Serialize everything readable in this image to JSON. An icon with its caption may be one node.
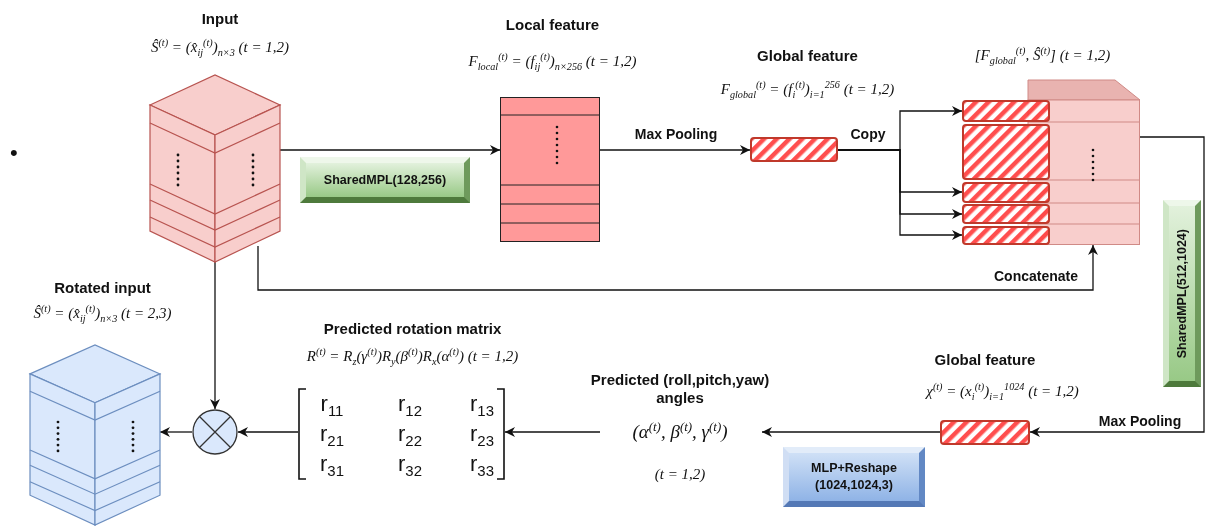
{
  "diagram": {
    "nodes": [
      {
        "text": [
          "Input",
          "Ŝ$^{(t)}$ = (x̂$_{ij}$$^{(t)}$)$_{n×3}$ (t = 1,2)"
        ]
      },
      {
        "text": [
          "SharedMPL(128,256)"
        ]
      },
      {
        "text": [
          "Local feature",
          "F$_{local}$$^{(t)}$ = (f$_{ij}$$^{(t)}$)$_{n×256}$ (t = 1,2)"
        ]
      },
      {
        "text": [
          "Global feature",
          "F$_{global}$$^{(t)}$ = (f$_{i}$$^{(t)}$)$_{i=1}$$^{256}$ (t = 1,2)"
        ]
      },
      {
        "text": [
          "[F$_{global}$$^{(t)}$, Ŝ$^{(t)}$] (t = 1,2)"
        ]
      },
      {
        "text": [],
        "shape": "bar"
      },
      {
        "text": [],
        "shape": "bar"
      },
      {
        "text": [],
        "shape": "bar"
      },
      {
        "text": [],
        "shape": "bar"
      },
      {
        "text": [],
        "shape": "bar"
      },
      {
        "text": [
          "SharedMPL(512,1024)"
        ]
      },
      {
        "text": [
          "Rotated input",
          "Ŝ$^{(t)}$ = (x̂$_{ij}$$^{(t)}$)$_{n×3}$ (t = 2,3)"
        ]
      },
      {
        "text": [
          "Predicted rotation matrix",
          "R$^{(t)}$ = R$_{z}$(γ$^{(t)}$)R$_{y}$(β$^{(t)}$)R$_{x}$(α$^{(t)}$) (t = 1,2)",
          "r$_{11}$",
          "r$_{12}$",
          "r$_{13}$",
          "r$_{21}$",
          "r$_{22}$",
          "r$_{23}$",
          "r$_{31}$",
          "r$_{32}$",
          "r$_{33}$"
        ]
      },
      {
        "text": [
          "Global feature",
          "χ$^{(t)}$ = (x$_{i}$$^{(t)}$)$_{i=1}$$^{1024}$ (t = 1,2)"
        ]
      },
      {
        "text": [
          "Predicted (roll,pitch,yaw) angles",
          "(α$^{(t)}$, β$^{(t)}$, γ$^{(t)}$)",
          "(t = 1,2)"
        ]
      },
      {
        "text": [],
        "shape": "circle"
      },
      {
        "text": [
          "MLP+Reshape (1024,1024,3)"
        ]
      }
    ],
    "edges": [
      {
        "from": 0,
        "to": 2,
        "arrow": "to"
      },
      {
        "from": 2,
        "to": 3,
        "arrow": "to",
        "label": "Max Pooling"
      },
      {
        "from": 3,
        "to": 5,
        "arrow": "to",
        "label": "Copy"
      },
      {
        "from": 3,
        "to": 7,
        "arrow": "to"
      },
      {
        "from": 3,
        "to": 8,
        "arrow": "to"
      },
      {
        "from": 3,
        "to": 9,
        "arrow": "to"
      },
      {
        "from": 4,
        "to": 13,
        "arrow": "to",
        "label": "Max Pooling"
      },
      {
        "from": 0,
        "to": 4,
        "arrow": "to",
        "label": "Concatenate"
      },
      {
        "from": 0,
        "to": 15,
        "arrow": "to"
      },
      {
        "from": 13,
        "to": 14,
        "arrow": "to"
      },
      {
        "from": 14,
        "to": 12,
        "arrow": "to"
      },
      {
        "from": 12,
        "to": 15,
        "arrow": "to"
      },
      {
        "from": 15,
        "to": 11,
        "arrow": "to"
      }
    ],
    "labels": [
      "•"
    ]
  }
}
